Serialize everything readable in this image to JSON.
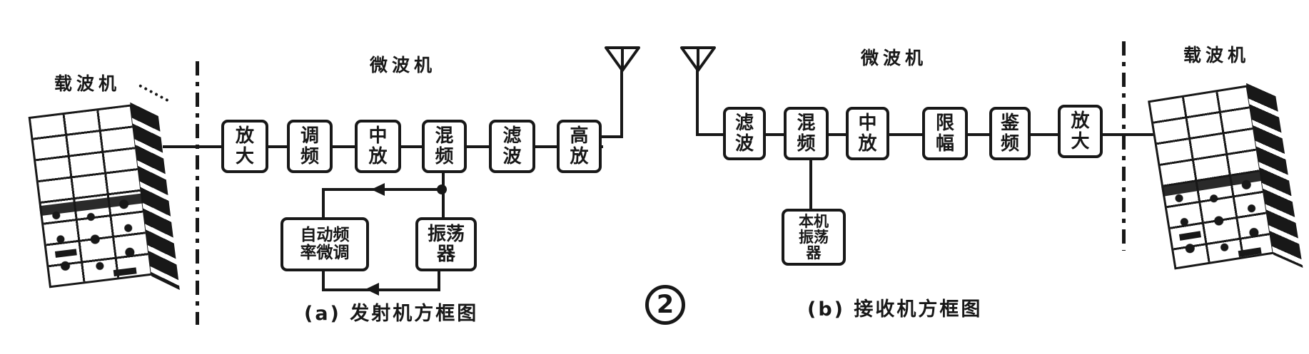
{
  "figure": {
    "number": "2"
  },
  "colors": {
    "ink": "#181818",
    "paper": "#ffffff"
  },
  "icons": {
    "tx_antenna": "antenna-icon",
    "rx_antenna": "antenna-icon",
    "figure_badge": "circled-number"
  },
  "labels": {
    "carrier_left": "载波机",
    "microwave_tx": "微波机",
    "microwave_rx": "微波机",
    "carrier_right": "载波机"
  },
  "tx": {
    "caption": "(a) 发射机方框图",
    "blocks": [
      {
        "label": "放\n大"
      },
      {
        "label": "调\n频"
      },
      {
        "label": "中\n放"
      },
      {
        "label": "混\n频"
      },
      {
        "label": "滤\n波"
      },
      {
        "label": "高\n放"
      }
    ],
    "afc_label": "自动频\n率微调",
    "osc_label": "振荡\n器"
  },
  "rx": {
    "caption": "(b) 接收机方框图",
    "blocks": [
      {
        "label": "滤\n波"
      },
      {
        "label": "混\n频"
      },
      {
        "label": "中\n放"
      },
      {
        "label": "限\n幅"
      },
      {
        "label": "鉴\n频"
      },
      {
        "label": "放\n大"
      }
    ],
    "lo_label": "本机\n振荡\n器"
  }
}
